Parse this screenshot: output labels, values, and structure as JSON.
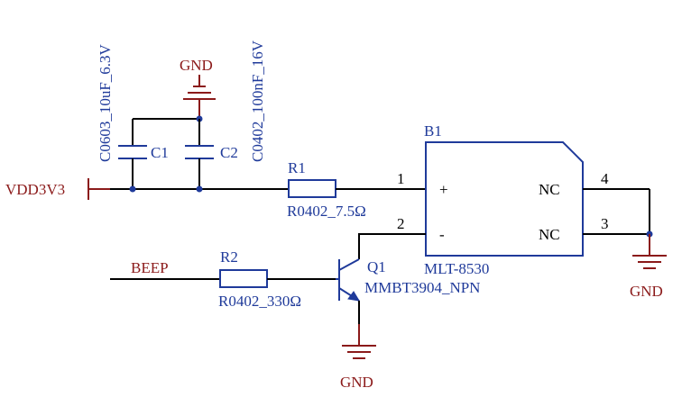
{
  "nets": {
    "vdd": "VDD3V3",
    "beep": "BEEP",
    "gnd_top": "GND",
    "gnd_right": "GND",
    "gnd_bottom": "GND"
  },
  "capacitors": [
    {
      "ref": "C1",
      "value": "C0603_10uF_6.3V"
    },
    {
      "ref": "C2",
      "value": "C0402_100nF_16V"
    }
  ],
  "resistors": [
    {
      "ref": "R1",
      "value": "R0402_7.5Ω"
    },
    {
      "ref": "R2",
      "value": "R0402_330Ω"
    }
  ],
  "transistor": {
    "ref": "Q1",
    "value": "MMBT3904_NPN"
  },
  "buzzer": {
    "ref": "B1",
    "value": "MLT-8530",
    "plus_pin": "+",
    "minus_pin": "-",
    "nc_upper": "NC",
    "nc_lower": "NC",
    "pin_numbers": {
      "p1": "1",
      "p2": "2",
      "p3": "3",
      "p4": "4"
    }
  },
  "colors": {
    "wire": "#000000",
    "component": "#1f3a9a",
    "power": "#8b1a1a"
  }
}
